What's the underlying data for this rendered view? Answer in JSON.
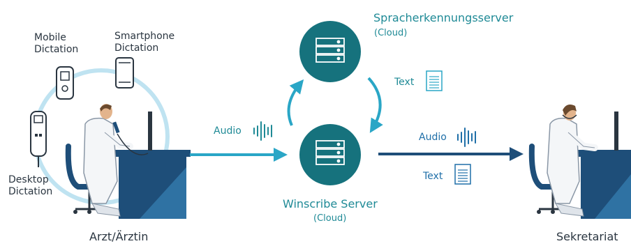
{
  "devices": {
    "mobile": {
      "line1": "Mobile",
      "line2": "Dictation"
    },
    "smartphone": {
      "line1": "Smartphone",
      "line2": "Dictation"
    },
    "desktop": {
      "line1": "Desktop",
      "line2": "Dictation"
    }
  },
  "left_person": {
    "label": "Arzt/Ärztin"
  },
  "right_person": {
    "label": "Sekretariat"
  },
  "speech_server": {
    "title": "Spracherkennungsserver",
    "sub": "(Cloud)"
  },
  "winscribe_server": {
    "title": "Winscribe Server",
    "sub": "(Cloud)"
  },
  "flows": {
    "audio_in": "Audio",
    "text_from_speech": "Text",
    "audio_out": "Audio",
    "text_out": "Text"
  },
  "colors": {
    "teal_dark": "#16727d",
    "teal_light": "#3fb6d6",
    "navy": "#1e4e79",
    "text_teal": "#1f8a96"
  }
}
